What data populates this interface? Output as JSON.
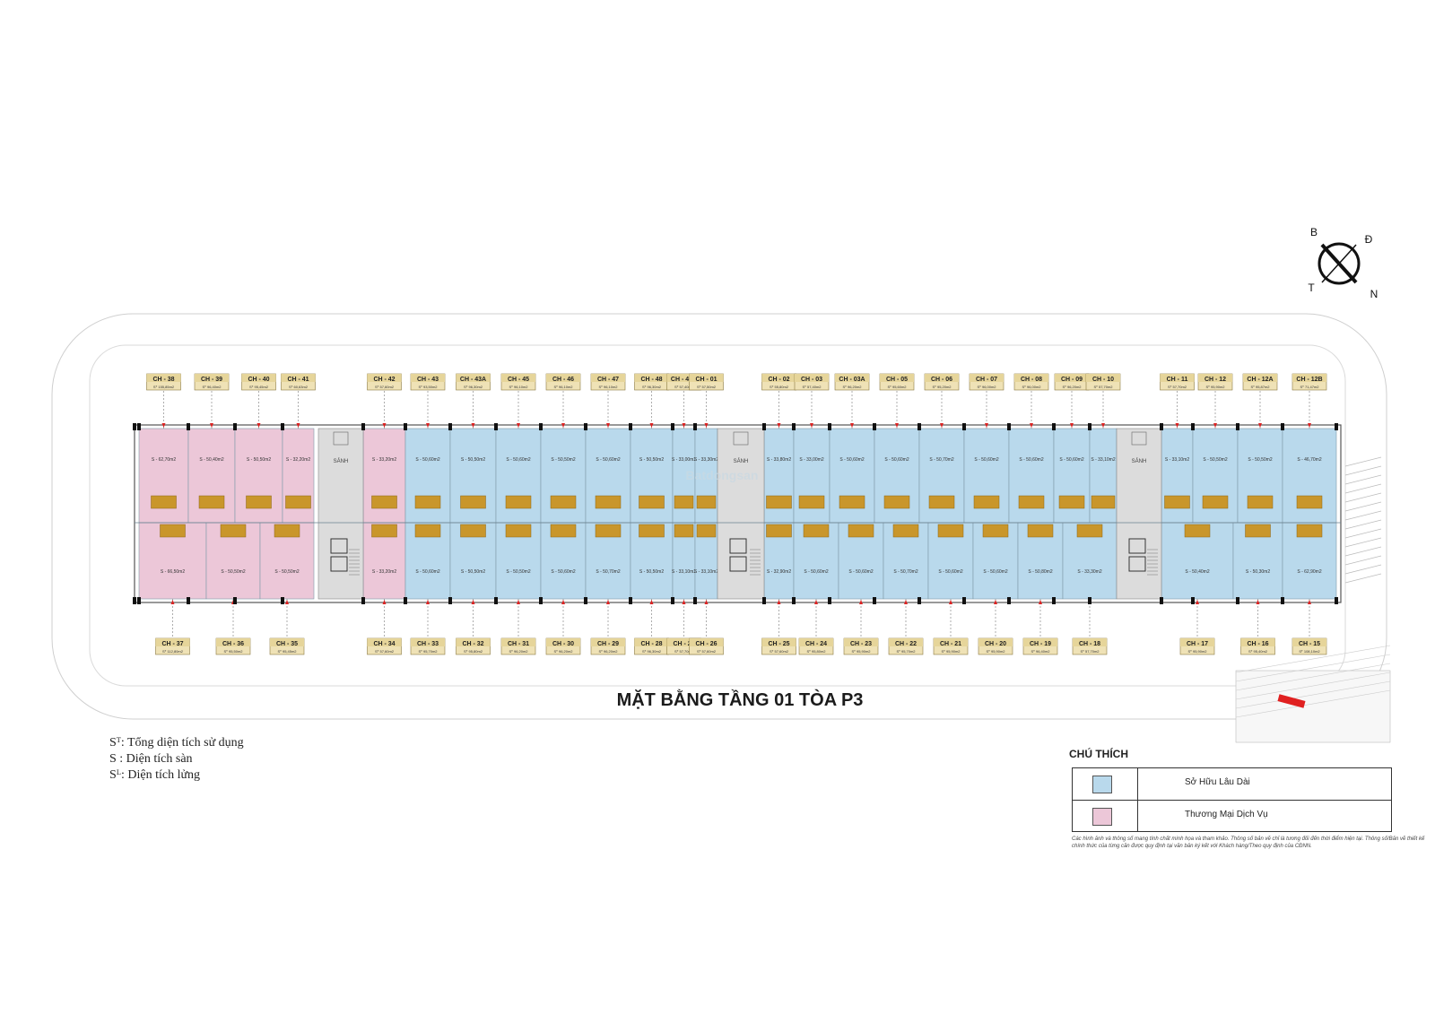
{
  "title": "MẶT BẰNG TẦNG 01 TÒA P3",
  "compass": {
    "north": "B",
    "east": "Đ",
    "west": "T",
    "south": "N"
  },
  "abbreviations": [
    {
      "sym": "Sᵀ",
      "desc": ": Tổng diện tích sử dụng"
    },
    {
      "sym": "S ",
      "desc": " : Diện tích sàn"
    },
    {
      "sym": "Sᴸ",
      "desc": ": Diện tích lửng"
    }
  ],
  "legend": {
    "title": "CHÚ THÍCH",
    "items": [
      {
        "label": "Sở Hữu Lâu Dài",
        "color": "#b9d9ec"
      },
      {
        "label": "Thương Mại Dịch Vụ",
        "color": "#ecc7d8"
      }
    ]
  },
  "disclaimer": "Các hình ảnh và thông số mang tính chất minh họa và tham khảo. Thông số bản vẽ chỉ là tương đối đến thời điểm hiện tại. Thông số/Bản vẽ thiết kế chính thức của từng căn được quy định tại văn bản ký kết với Khách hàng/Theo quy định của CĐNN.",
  "lobby_label": "SẢNH",
  "watermark": "Batdongsan",
  "colors": {
    "owned": "#b9d9ec",
    "commercial": "#ecc7d8",
    "mezzanine": "#c9962b",
    "label_bg": "#efe2b6",
    "lobby": "#dcdcdc"
  },
  "top_units": [
    {
      "id": "CH - 38",
      "area": "Sᵀ 155,85m2",
      "s": "S - 62,70m2",
      "type": "commercial"
    },
    {
      "id": "CH - 39",
      "area": "Sᵀ 96,40m2",
      "s": "S - 50,40m2",
      "type": "commercial"
    },
    {
      "id": "CH - 40",
      "area": "Sᵀ 95,45m2",
      "s": "S - 50,50m2",
      "type": "commercial"
    },
    {
      "id": "CH - 41",
      "area": "Sᵀ 60,63m2",
      "s": "S - 32,20m2",
      "type": "commercial"
    },
    {
      "id": "CH - 42",
      "area": "Sᵀ 57,60m2",
      "s": "S - 33,20m2",
      "type": "commercial"
    },
    {
      "id": "CH - 43",
      "area": "Sᵀ 93,50m2",
      "s": "S - 50,60m2",
      "type": "owned"
    },
    {
      "id": "CH - 43A",
      "area": "Sᵀ 96,30m2",
      "s": "S - 50,50m2",
      "type": "owned"
    },
    {
      "id": "CH - 45",
      "area": "Sᵀ 96,10m2",
      "s": "S - 50,60m2",
      "type": "owned"
    },
    {
      "id": "CH - 46",
      "area": "Sᵀ 96,10m2",
      "s": "S - 50,50m2",
      "type": "owned"
    },
    {
      "id": "CH - 47",
      "area": "Sᵀ 96,10m2",
      "s": "S - 50,60m2",
      "type": "owned"
    },
    {
      "id": "CH - 48",
      "area": "Sᵀ 96,30m2",
      "s": "S - 50,50m2",
      "type": "owned"
    },
    {
      "id": "CH - 46A",
      "area": "Sᵀ 57,40m2",
      "s": "S - 33,00m2",
      "type": "owned"
    },
    {
      "id": "CH - 01",
      "area": "Sᵀ 57,50m2",
      "s": "S - 33,30m2",
      "type": "owned"
    },
    {
      "id": "CH - 02",
      "area": "Sᵀ 55,80m2",
      "s": "S - 33,80m2",
      "type": "owned"
    },
    {
      "id": "CH - 03",
      "area": "Sᵀ 57,40m2",
      "s": "S - 33,00m2",
      "type": "owned"
    },
    {
      "id": "CH - 03A",
      "area": "Sᵀ 96,20m2",
      "s": "S - 50,60m2",
      "type": "owned"
    },
    {
      "id": "CH - 05",
      "area": "Sᵀ 95,60m2",
      "s": "S - 50,60m2",
      "type": "owned"
    },
    {
      "id": "CH - 06",
      "area": "Sᵀ 95,20m2",
      "s": "S - 50,70m2",
      "type": "owned"
    },
    {
      "id": "CH - 07",
      "area": "Sᵀ 96,00m2",
      "s": "S - 50,60m2",
      "type": "owned"
    },
    {
      "id": "CH - 08",
      "area": "Sᵀ 96,00m2",
      "s": "S - 50,60m2",
      "type": "owned"
    },
    {
      "id": "CH - 09",
      "area": "Sᵀ 96,20m2",
      "s": "S - 50,60m2",
      "type": "owned"
    },
    {
      "id": "CH - 10",
      "area": "Sᵀ 57,70m2",
      "s": "S - 33,10m2",
      "type": "owned"
    },
    {
      "id": "CH - 11",
      "area": "Sᵀ 57,70m2",
      "s": "S - 33,10m2",
      "type": "owned"
    },
    {
      "id": "CH - 12",
      "area": "Sᵀ 95,90m2",
      "s": "S - 50,50m2",
      "type": "owned"
    },
    {
      "id": "CH - 12A",
      "area": "Sᵀ 95,87m2",
      "s": "S - 50,50m2",
      "type": "owned"
    },
    {
      "id": "CH - 12B",
      "area": "Sᵀ 71,47m2",
      "s": "S - 46,70m2",
      "type": "owned"
    }
  ],
  "bottom_units": [
    {
      "id": "CH - 37",
      "area": "Sᵀ 112,80m2",
      "s": "S - 66,50m2",
      "type": "commercial"
    },
    {
      "id": "CH - 36",
      "area": "Sᵀ 95,50m2",
      "s": "S - 50,50m2",
      "type": "commercial"
    },
    {
      "id": "CH - 35",
      "area": "Sᵀ 95,45m2",
      "s": "S - 50,50m2",
      "type": "commercial"
    },
    {
      "id": "CH - 34",
      "area": "Sᵀ 57,60m2",
      "s": "S - 33,20m2",
      "type": "commercial"
    },
    {
      "id": "CH - 33",
      "area": "Sᵀ 95,70m2",
      "s": "S - 50,60m2",
      "type": "owned"
    },
    {
      "id": "CH - 32",
      "area": "Sᵀ 95,80m2",
      "s": "S - 50,50m2",
      "type": "owned"
    },
    {
      "id": "CH - 31",
      "area": "Sᵀ 96,20m2",
      "s": "S - 50,50m2",
      "type": "owned"
    },
    {
      "id": "CH - 30",
      "area": "Sᵀ 96,20m2",
      "s": "S - 50,60m2",
      "type": "owned"
    },
    {
      "id": "CH - 29",
      "area": "Sᵀ 96,20m2",
      "s": "S - 50,70m2",
      "type": "owned"
    },
    {
      "id": "CH - 28",
      "area": "Sᵀ 96,30m2",
      "s": "S - 50,50m2",
      "type": "owned"
    },
    {
      "id": "CH - 27",
      "area": "Sᵀ 57,70m2",
      "s": "S - 33,10m2",
      "type": "owned"
    },
    {
      "id": "CH - 26",
      "area": "Sᵀ 57,60m2",
      "s": "S - 33,10m2",
      "type": "owned"
    },
    {
      "id": "CH - 25",
      "area": "Sᵀ 57,60m2",
      "s": "S - 32,90m2",
      "type": "owned"
    },
    {
      "id": "CH - 24",
      "area": "Sᵀ 95,80m2",
      "s": "S - 50,60m2",
      "type": "owned"
    },
    {
      "id": "CH - 23",
      "area": "Sᵀ 95,90m2",
      "s": "S - 50,60m2",
      "type": "owned"
    },
    {
      "id": "CH - 22",
      "area": "Sᵀ 95,70m2",
      "s": "S - 50,70m2",
      "type": "owned"
    },
    {
      "id": "CH - 21",
      "area": "Sᵀ 95,90m2",
      "s": "S - 50,60m2",
      "type": "owned"
    },
    {
      "id": "CH - 20",
      "area": "Sᵀ 95,90m2",
      "s": "S - 50,60m2",
      "type": "owned"
    },
    {
      "id": "CH - 19",
      "area": "Sᵀ 96,40m2",
      "s": "S - 50,80m2",
      "type": "owned"
    },
    {
      "id": "CH - 18",
      "area": "Sᵀ 57,70m2",
      "s": "S - 33,30m2",
      "type": "owned"
    },
    {
      "id": "CH - 17",
      "area": "Sᵀ 95,90m2",
      "s": "S - 50,40m2",
      "type": "owned"
    },
    {
      "id": "CH - 16",
      "area": "Sᵀ 95,40m2",
      "s": "S - 50,30m2",
      "type": "owned"
    },
    {
      "id": "CH - 15",
      "area": "Sᵀ 108,10m2",
      "s": "S - 62,90m2",
      "type": "owned"
    }
  ]
}
